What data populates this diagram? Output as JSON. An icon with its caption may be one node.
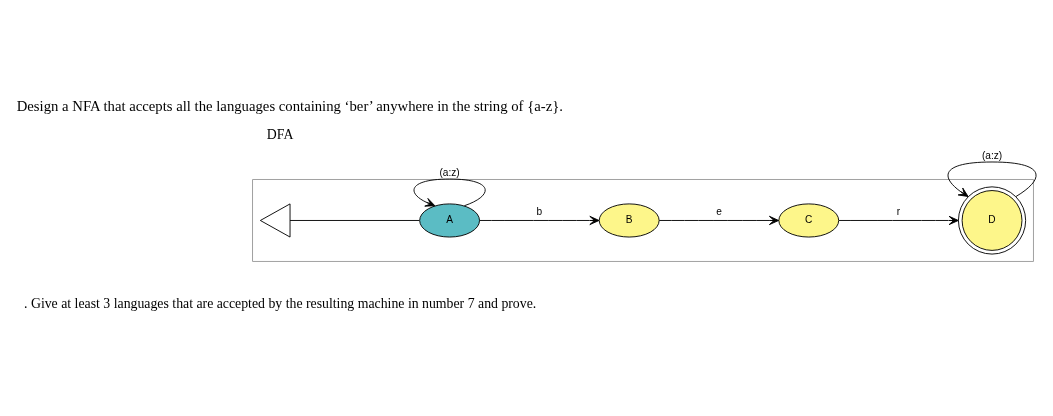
{
  "diagram": {
    "title": "Design a NFA that accepts all the languages containing ‘ber’ anywhere in the string of {a-z}.",
    "nodes": [
      {
        "text": [],
        "shape": "box"
      },
      {
        "text": [],
        "shape": "triangle",
        "in": 0
      },
      {
        "text": [
          "A"
        ],
        "in": 0
      },
      {
        "text": [
          "B"
        ],
        "in": 0
      },
      {
        "text": [
          "C"
        ],
        "in": 0
      },
      {
        "text": [
          "D"
        ],
        "in": 0
      }
    ],
    "edges": [
      {
        "from": 1,
        "to": 2,
        "arrow": "none"
      },
      {
        "from": 2,
        "to": 2,
        "arrow": "to",
        "label": "(a:z)"
      },
      {
        "from": 2,
        "to": 3,
        "arrow": "to",
        "label": "b"
      },
      {
        "from": 3,
        "to": 4,
        "arrow": "to",
        "label": "e"
      },
      {
        "from": 4,
        "to": 5,
        "arrow": "to",
        "label": "r"
      },
      {
        "from": 5,
        "to": 5,
        "arrow": "to",
        "label": "(a:z)"
      }
    ],
    "labels": [
      "DFA",
      ". Give at least 3 languages that are accepted by the resulting machine in number 7 and prove."
    ]
  }
}
